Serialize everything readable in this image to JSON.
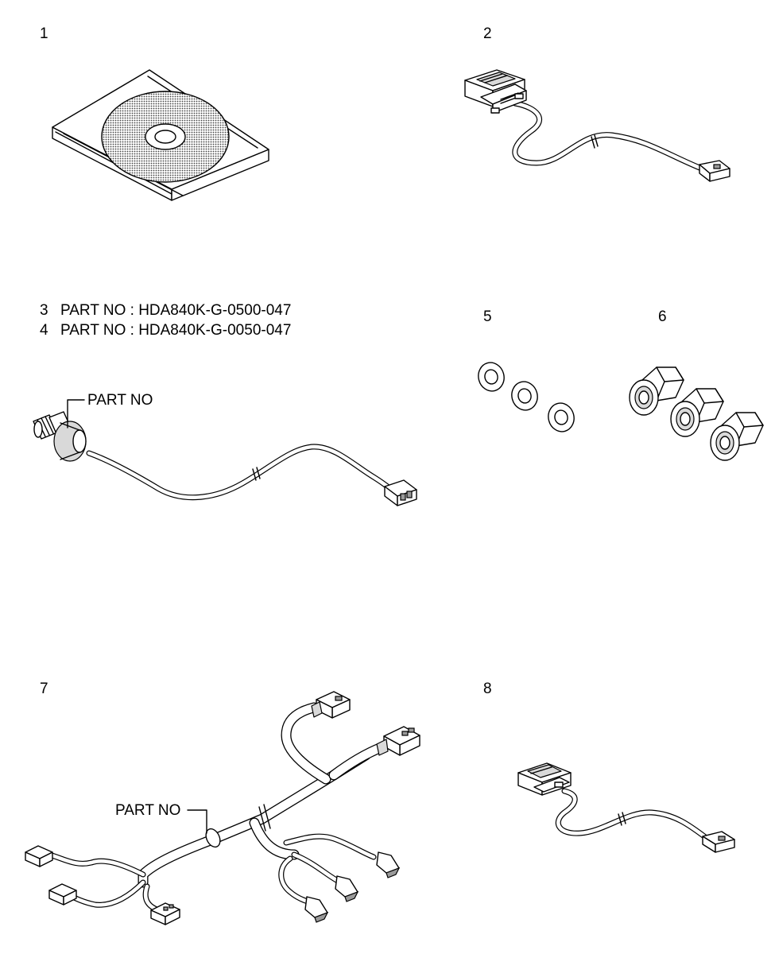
{
  "labels": {
    "item1": "1",
    "item2": "2",
    "item3": "3",
    "item4": "4",
    "item5": "5",
    "item6": "6",
    "item7": "7",
    "item8": "8"
  },
  "part_lines": {
    "line3": "PART NO : HDA840K-G-0500-047",
    "line4": "PART NO : HDA840K-G-0050-047"
  },
  "callouts": {
    "sensor_part_no": "PART NO",
    "harness_part_no": "PART NO"
  }
}
